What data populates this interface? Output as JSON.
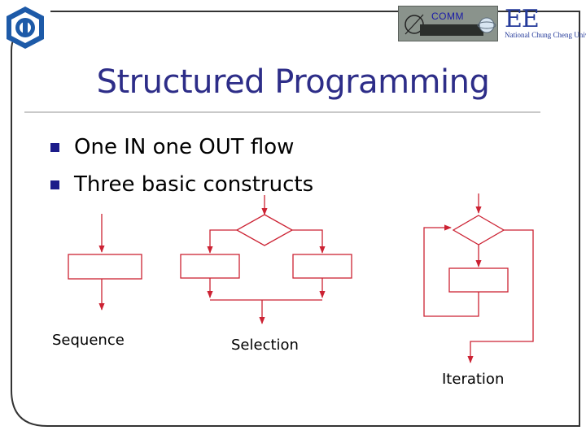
{
  "header": {
    "left_logo_icon": "university-seal-icon",
    "comm_logo_text": "COMM",
    "dept_logo_text": "EE",
    "dept_logo_subtext": "National Chung Cheng University"
  },
  "slide": {
    "title": "Structured Programming",
    "bullets": [
      "One IN one OUT flow",
      "Three basic constructs"
    ]
  },
  "diagrams": {
    "sequence_label": "Sequence",
    "selection_label": "Selection",
    "iteration_label": "Iteration"
  },
  "colors": {
    "title": "#2d2d88",
    "bullet": "#1c1c8a",
    "flowchart": "#cc2233",
    "frame": "#333333"
  }
}
